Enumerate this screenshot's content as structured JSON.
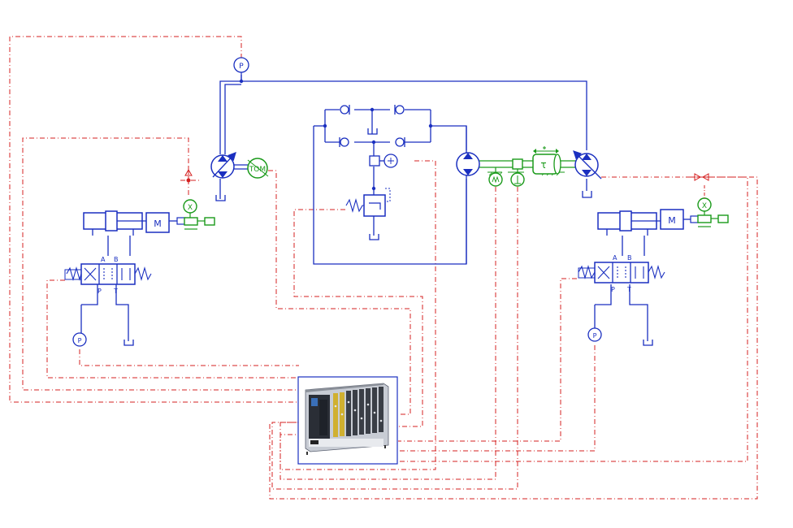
{
  "labels": {
    "pressure_sensor": "P",
    "torque_meter": "TOM",
    "motor": "M",
    "displacement": "X",
    "torque": "τ",
    "port_a": "A",
    "port_b": "B",
    "port_p": "P",
    "port_t": "T"
  },
  "colors": {
    "hydraulic": "#1a2fc0",
    "mechanical": "#1a9a1a",
    "signal": "#d42020",
    "box_bg": "#ffffff"
  },
  "icons": {
    "controller": "ni-pxi-chassis-icon"
  }
}
